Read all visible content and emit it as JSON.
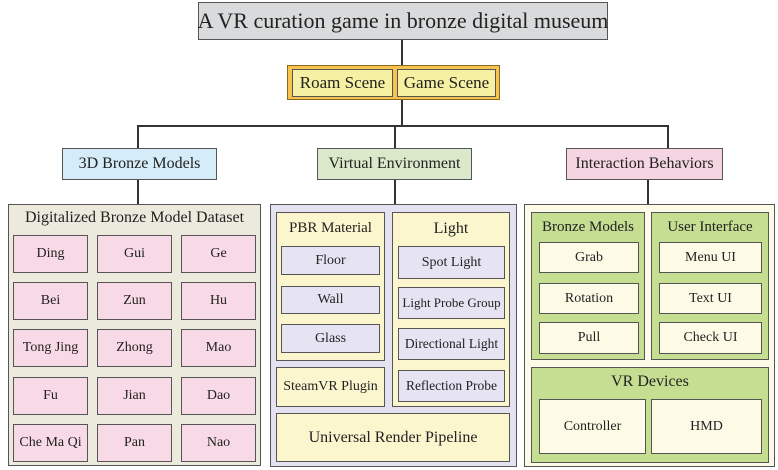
{
  "title": "A VR curation game in bronze digital museum",
  "scenes": [
    "Roam Scene",
    "Game Scene"
  ],
  "branches": [
    "3D Bronze Models",
    "Virtual Environment",
    "Interaction Behaviors"
  ],
  "dataset": {
    "title": "Digitalized Bronze Model Dataset",
    "items": [
      "Ding",
      "Gui",
      "Ge",
      "Bei",
      "Zun",
      "Hu",
      "Tong Jing",
      "Zhong",
      "Mao",
      "Fu",
      "Jian",
      "Dao",
      "Che Ma Qi",
      "Pan",
      "Nao"
    ]
  },
  "environment": {
    "pbr": {
      "title": "PBR Material",
      "items": [
        "Floor",
        "Wall",
        "Glass"
      ]
    },
    "light": {
      "title": "Light",
      "items": [
        "Spot Light",
        "Light Probe Group",
        "Directional Light",
        "Reflection Probe"
      ]
    },
    "steamvr": "SteamVR Plugin",
    "urp": "Universal Render Pipeline"
  },
  "interaction": {
    "bronze": {
      "title": "Bronze Models",
      "items": [
        "Grab",
        "Rotation",
        "Pull"
      ]
    },
    "ui": {
      "title": "User Interface",
      "items": [
        "Menu UI",
        "Text UI",
        "Check UI"
      ]
    },
    "devices": {
      "title": "VR Devices",
      "items": [
        "Controller",
        "HMD"
      ]
    }
  }
}
